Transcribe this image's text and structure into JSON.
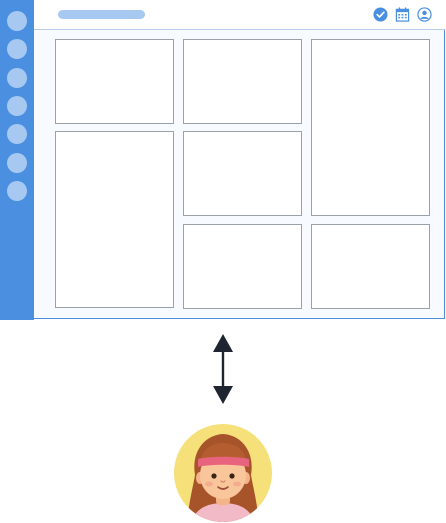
{
  "sidebar": {
    "item_count": 7,
    "color": "#4a8fe0",
    "dot_color": "#a7c8f1"
  },
  "topbar": {
    "icons": [
      "check-circle-icon",
      "calendar-icon",
      "user-icon"
    ],
    "accent": "#4a8fe0"
  },
  "content": {
    "panel_count": 7,
    "panel_border": "#9aa1aa"
  },
  "connector": {
    "icon": "double-arrow-vertical-icon",
    "color": "#1e2530"
  },
  "user": {
    "icon": "woman-with-headband-avatar",
    "background": "#f6e07a",
    "headband": "#e8637d"
  }
}
